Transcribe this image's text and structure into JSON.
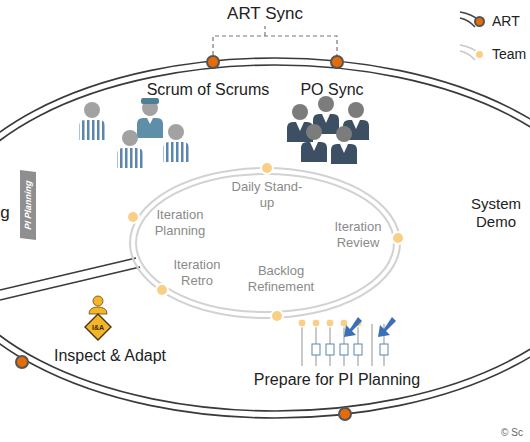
{
  "diagram": {
    "nodes": [
      {
        "text": [
          "PI Planning"
        ]
      },
      {
        "text": [
          "I&A"
        ]
      }
    ],
    "labels": [
      "ART Sync",
      "Scrum of Scrums",
      "PO Sync",
      "g",
      "Daily Stand-up",
      "Iteration Planning",
      "Iteration Review",
      "Iteration Retro",
      "Backlog Refinement",
      "System Demo",
      "Inspect & Adapt",
      "Prepare for PI Planning",
      "© Sc"
    ],
    "legend": [
      {
        "text": "ART",
        "color": "#e46c0a"
      },
      {
        "text": "Team",
        "color": "#f9cf86"
      }
    ]
  }
}
